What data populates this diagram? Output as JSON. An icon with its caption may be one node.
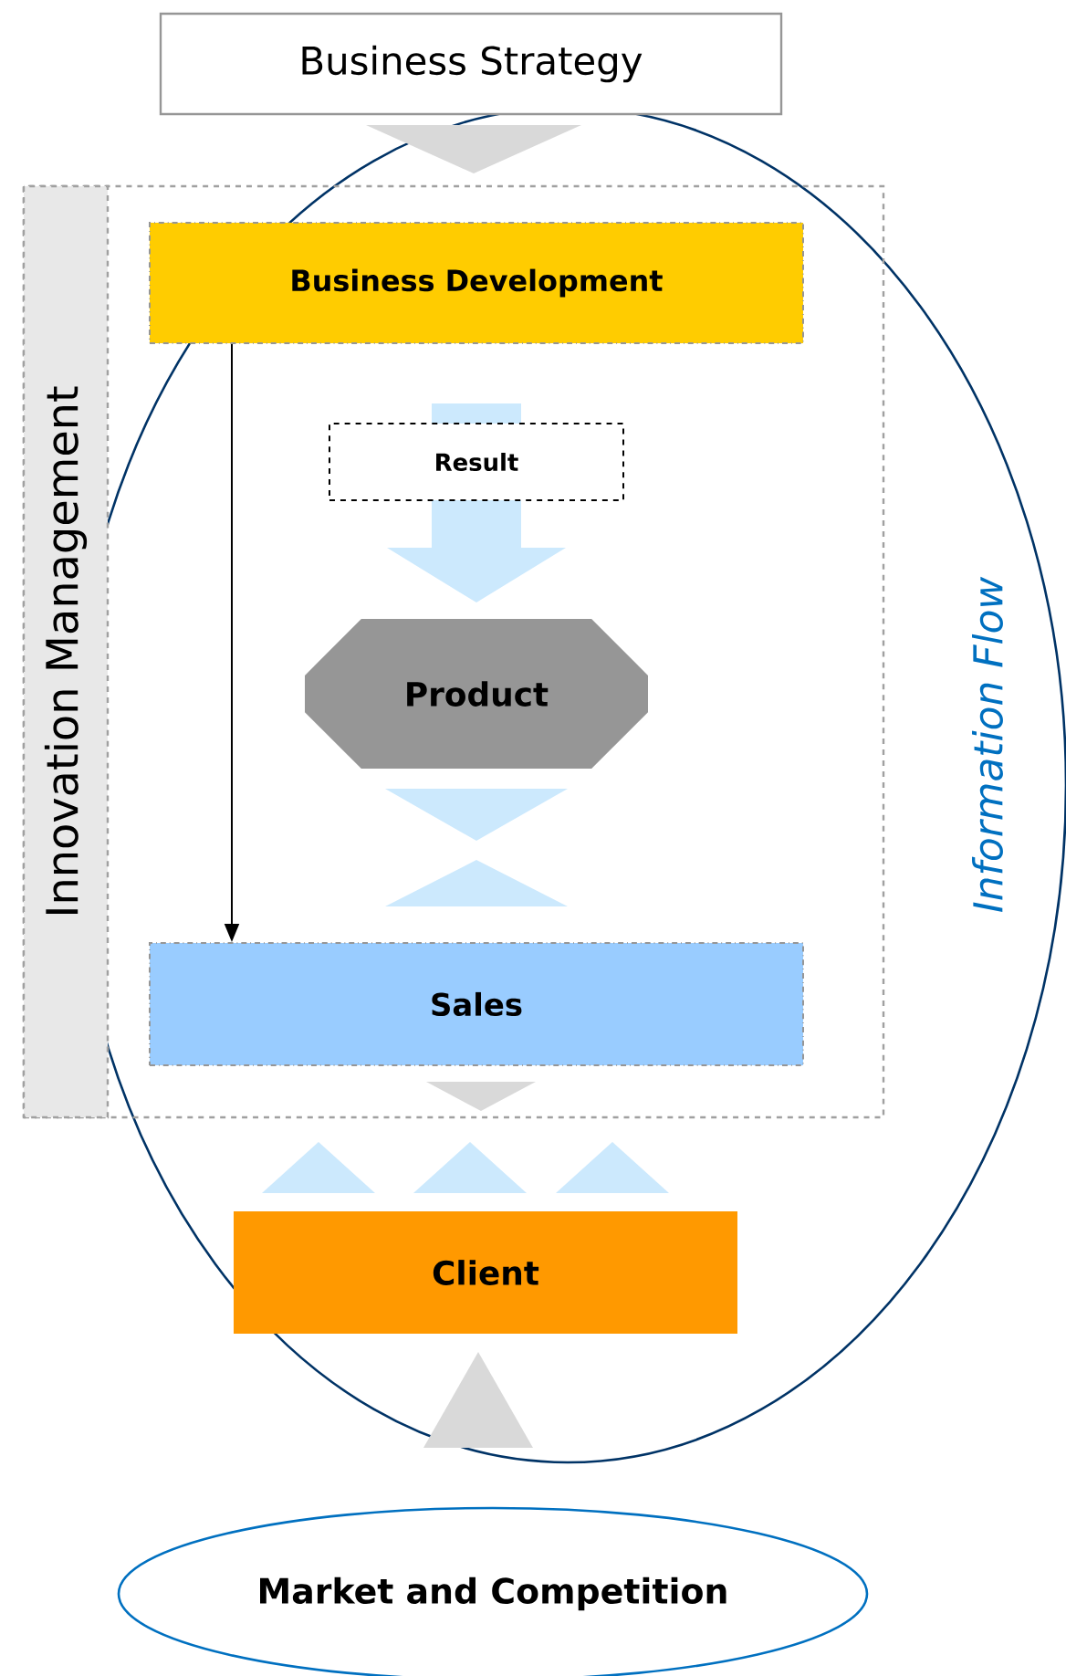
{
  "diagram": {
    "nodes": [
      {
        "text": [
          "Business Strategy"
        ]
      },
      {
        "text": [
          "Innovation Management"
        ]
      },
      {
        "text": [
          "Business Development"
        ],
        "in": 1
      },
      {
        "text": [
          "Product"
        ],
        "in": 1
      },
      {
        "text": [
          "Sales"
        ],
        "in": 1
      },
      {
        "text": [
          "Client"
        ],
        "in": 7
      },
      {
        "text": [
          "Market and Competition"
        ]
      },
      {
        "text": [
          "Information Flow"
        ]
      }
    ],
    "edges": [
      {
        "from": 0,
        "to": 2,
        "arrow": "to",
        "style": "thick",
        "color": "#d9d9d9"
      },
      {
        "from": 2,
        "to": 3,
        "arrow": "to",
        "style": "thick",
        "color": "#cce9fd",
        "label": "Result"
      },
      {
        "from": 3,
        "to": 4,
        "arrow": "to",
        "style": "thick",
        "color": "#cce9fd"
      },
      {
        "from": 4,
        "to": 3,
        "arrow": "to",
        "style": "thick",
        "color": "#cce9fd"
      },
      {
        "from": 4,
        "to": 5,
        "arrow": "to",
        "style": "thick",
        "color": "#d9d9d9"
      },
      {
        "from": 5,
        "to": 4,
        "arrow": "to",
        "style": "thick",
        "color": "#cce9fd"
      },
      {
        "from": 6,
        "to": 5,
        "arrow": "to",
        "style": "thick",
        "color": "#d9d9d9"
      },
      {
        "from": 2,
        "to": 4,
        "arrow": "to"
      }
    ]
  }
}
